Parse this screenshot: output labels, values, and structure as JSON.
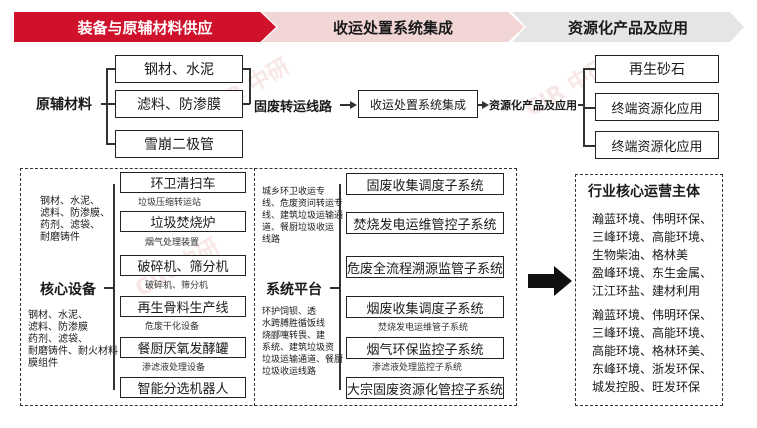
{
  "header": {
    "stage1": "装备与原辅材料供应",
    "stage2": "收运处置系统集成",
    "stage3": "资源化产品及应用"
  },
  "top_flow": {
    "raw_label": "原辅材料",
    "materials": [
      "钢材、水泥",
      "滤料、防渗膜",
      "雪崩二极管"
    ],
    "transfer": "固废转运线路",
    "integration": "收运处置系统集成",
    "product_app": "资源化产品及应用",
    "products": [
      "再生砂石",
      "终端资源化应用",
      "终端资源化应用"
    ]
  },
  "core_equipment": {
    "label": "核心设备",
    "materials_top": [
      "钢材、水泥、",
      "滤料、防渗膜、",
      "药剂、滤袋、",
      "耐磨铸件"
    ],
    "materials_bottom": [
      "钢材、水泥、",
      "滤料、防渗膜",
      "药剂、滤袋、",
      "耐磨铸件、耐火材料",
      "膜组件"
    ],
    "items": [
      {
        "name": "环卫清扫车",
        "note": "垃圾压缩转运站"
      },
      {
        "name": "垃圾焚烧炉",
        "note": "烟气处理装置"
      },
      {
        "name": "破碎机、筛分机",
        "note": "破碎机、筛分机"
      },
      {
        "name": "再生骨料生产线",
        "note": "危废干化设备"
      },
      {
        "name": "餐厨厌氧发酵罐",
        "note": "渗滤液处理设备"
      },
      {
        "name": "智能分选机器人",
        "note": ""
      }
    ]
  },
  "system_platform": {
    "label": "系统平台",
    "desc_top": [
      "城乡环卫收运专",
      "线、危废资问转运专",
      "线、建筑垃圾运输通",
      "道、餐厨垃圾收运",
      "线路"
    ],
    "desc_bottom": [
      "环护饲钡、透",
      "水跨膊胜循饭线",
      "烧郦嚏转畏、建",
      "系统、建筑垃圾资",
      "垃圾运输通道、餐厨",
      "垃圾收运线路"
    ],
    "items": [
      {
        "name": "固废收集调度子系统",
        "note": ""
      },
      {
        "name": "焚烧发电运维管控子系统",
        "note": ""
      },
      {
        "name": "危废全流程溯源监管子系统",
        "note": ""
      },
      {
        "name": "烟废收集调度子系统",
        "note": "焚烧发电运维管子系统"
      },
      {
        "name": "烟气环保监控子系统",
        "note": "渗滤液处理监控子系统"
      },
      {
        "name": "大宗固废资源化管控子系统",
        "note": ""
      }
    ]
  },
  "industry": {
    "title": "行业核心运营主体",
    "group1": [
      "瀚蓝环境、伟明环保、",
      "三峰环境、高能环境、",
      "生物柴油、格林美",
      "盈峰环境、东生金属、",
      "江江环盐、建材利用"
    ],
    "group2": [
      "瀚蓝环境、伟明环保、",
      "三峰环境、高能环境、",
      "高能环境、格林环美、",
      "东峰环境、浙发环保、",
      "城发控股、旺发环保"
    ]
  },
  "colors": {
    "accent_red": "#d0112b",
    "pink": "#f2d6d6",
    "gray": "#e5e5e5"
  },
  "icons": [
    "big-right-arrow-icon"
  ]
}
